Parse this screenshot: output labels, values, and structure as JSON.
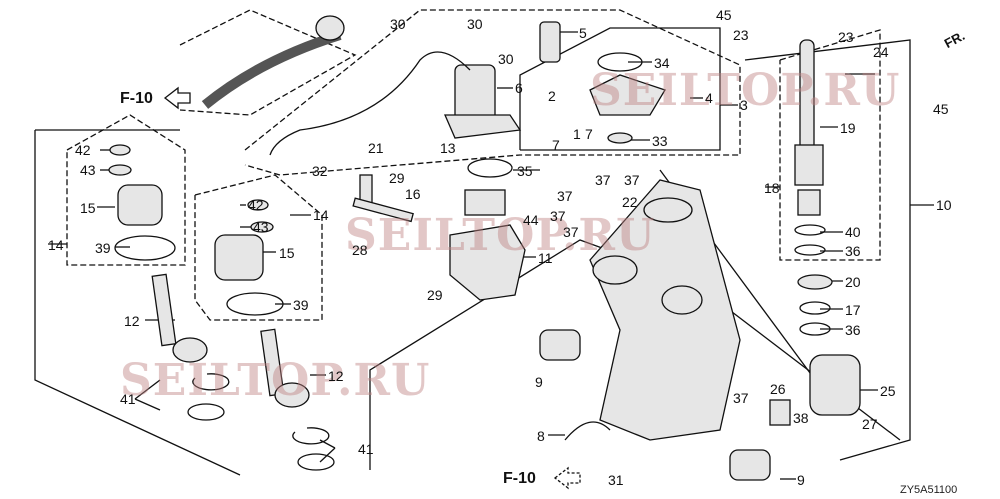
{
  "diagram_code": "ZY5A51100",
  "direction_marker": "FR.",
  "ref_label": "F-10",
  "watermarks": [
    "SEILTOP.RU",
    "SEILTOP.RU",
    "SEILTOP.RU"
  ],
  "callouts": [
    "30",
    "30",
    "30",
    "5",
    "45",
    "23",
    "23",
    "24",
    "45",
    "6",
    "34",
    "4",
    "3",
    "2",
    "1",
    "7",
    "7",
    "33",
    "19",
    "42",
    "43",
    "15",
    "39",
    "14",
    "13",
    "21",
    "32",
    "35",
    "29",
    "16",
    "37",
    "37",
    "37",
    "37",
    "37",
    "22",
    "44",
    "18",
    "10",
    "42",
    "43",
    "14",
    "15",
    "28",
    "11",
    "29",
    "39",
    "40",
    "36",
    "20",
    "17",
    "36",
    "12",
    "12",
    "9",
    "25",
    "41",
    "26",
    "37",
    "38",
    "27",
    "41",
    "8",
    "31",
    "9"
  ]
}
